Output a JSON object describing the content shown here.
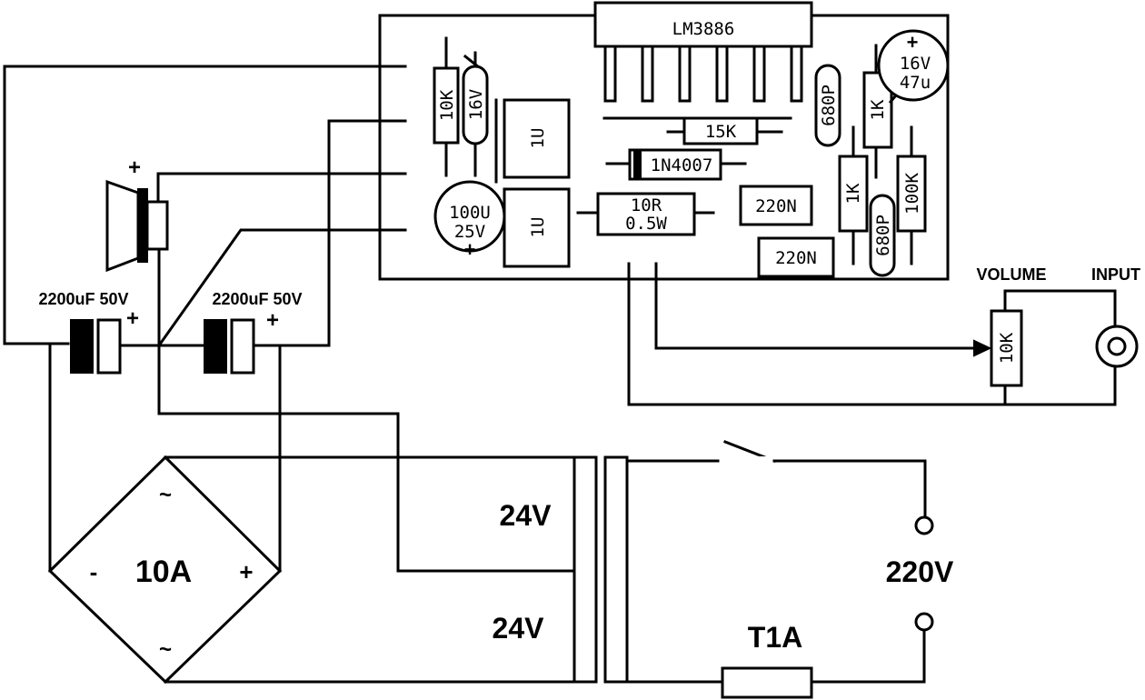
{
  "board": {
    "chip": "LM3886",
    "r_10k": "10K",
    "c_16v": "16V",
    "c_1u_top": "1U",
    "c_1u_bottom": "1U",
    "r_15k": "15K",
    "d_1n4007": "1N4007",
    "r_10r": "10R",
    "r_10r_power": "0.5W",
    "c_680p_top": "680P",
    "c_680p_bottom": "680P",
    "r_1k_top": "1K",
    "r_1k_bottom": "1K",
    "r_100k": "100K",
    "c_47u_v": "16V",
    "c_47u_val": "47u",
    "c_100u_val": "100U",
    "c_100u_v": "25V",
    "c_220n_a": "220N",
    "c_220n_b": "220N"
  },
  "supply": {
    "cap_left": "2200uF 50V",
    "cap_right": "2200uF 50V",
    "bridge": "10A",
    "bridge_minus": "-",
    "bridge_plus": "+",
    "bridge_ac_top": "~",
    "bridge_ac_bottom": "~",
    "sec_top": "24V",
    "sec_bottom": "24V",
    "mains": "220V",
    "fuse": "T1A"
  },
  "input": {
    "volume_label": "VOLUME",
    "input_label": "INPUT",
    "pot_value": "10K"
  },
  "plus_sign": "+"
}
